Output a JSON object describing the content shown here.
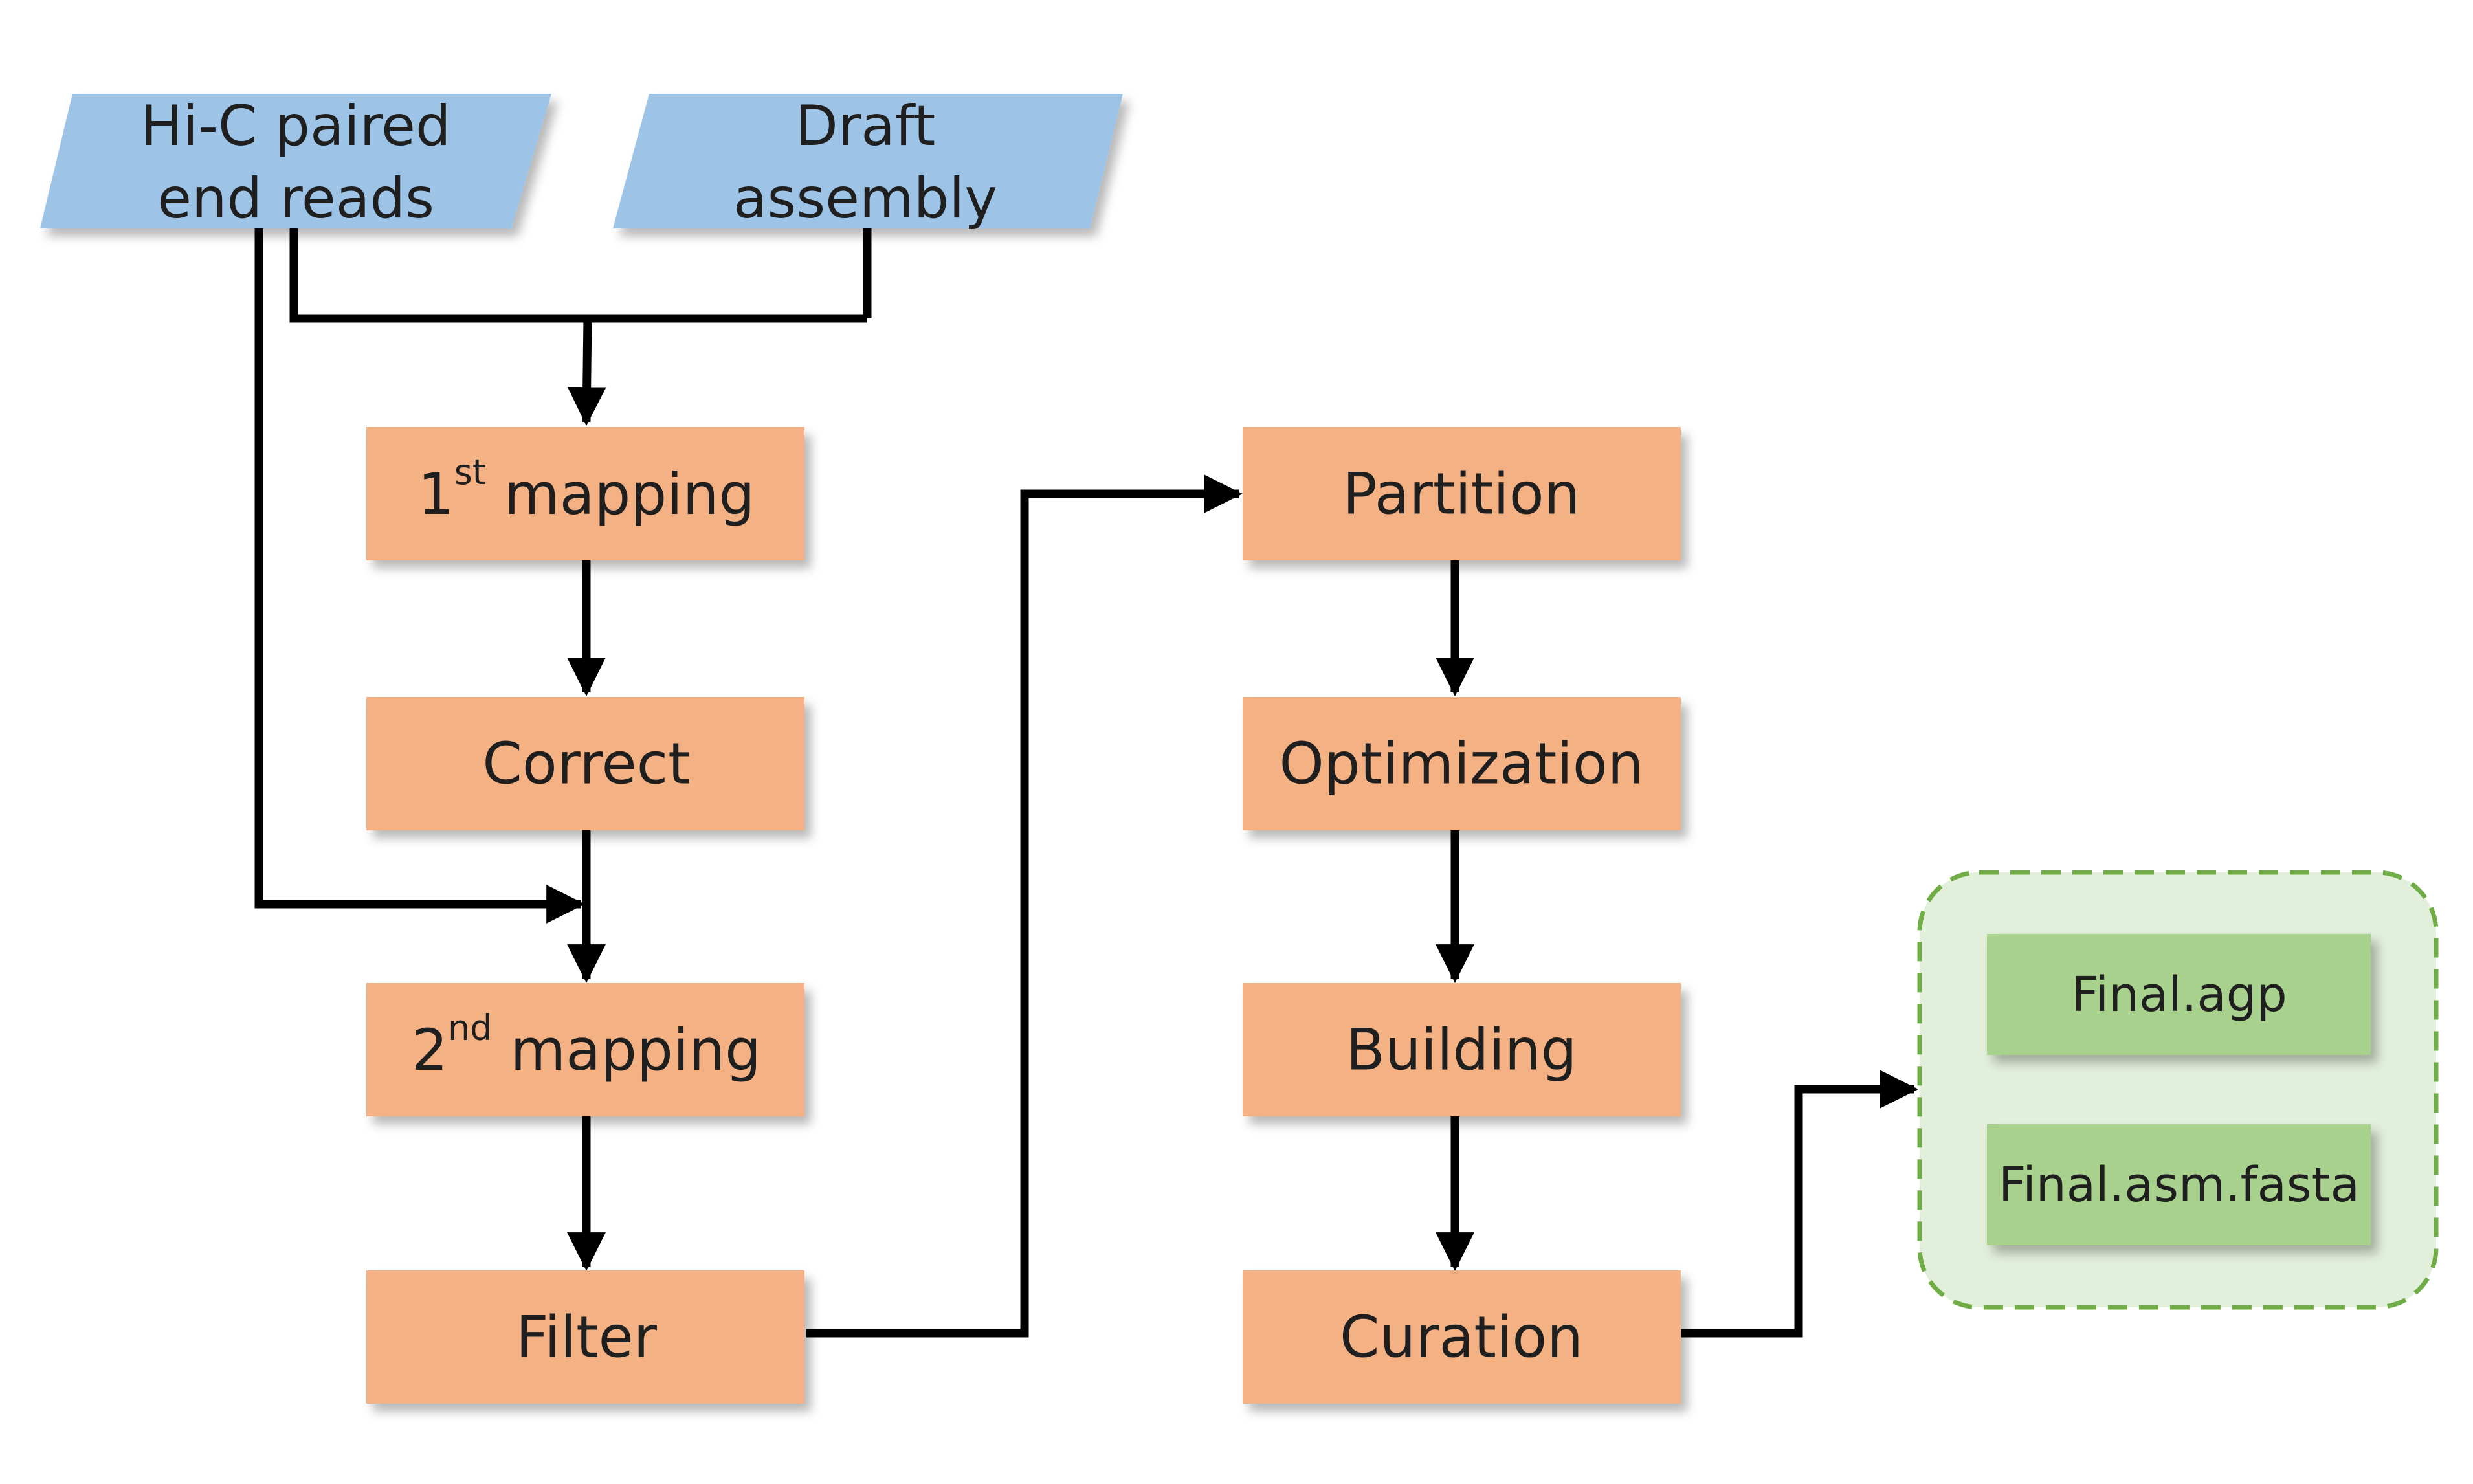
{
  "inputs": {
    "hic": {
      "line1": "Hi-C paired",
      "line2": "end reads"
    },
    "draft": {
      "line1": "Draft",
      "line2": "assembly"
    }
  },
  "steps": {
    "mapping1": {
      "num": "1",
      "sup": "st",
      "text": " mapping"
    },
    "correct": "Correct",
    "mapping2": {
      "num": "2",
      "sup": "nd",
      "text": " mapping"
    },
    "filter": "Filter",
    "partition": "Partition",
    "optimization": "Optimization",
    "building": "Building",
    "curation": "Curation"
  },
  "outputs": {
    "agp": "Final.agp",
    "fasta": "Final.asm.fasta"
  },
  "colors": {
    "input_fill": "#9DC3E6",
    "step_fill": "#F4B183",
    "output_fill": "#A9D18E",
    "output_group_fill": "#E2EFDA",
    "output_group_stroke": "#70AD47",
    "arrow": "#000000"
  }
}
